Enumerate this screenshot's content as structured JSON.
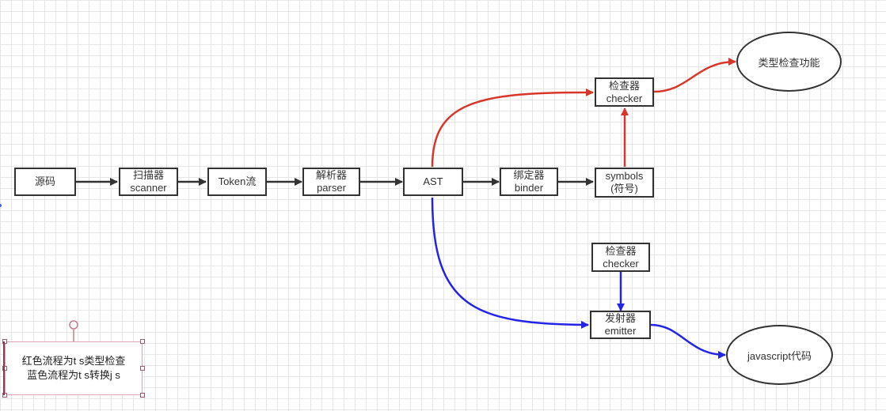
{
  "colors": {
    "stroke": "#333333",
    "red_flow": "#d9362b",
    "blue_flow": "#2424e8",
    "note_border": "#e0a6b3",
    "grid": "#e6e6e6"
  },
  "nodes": {
    "source": {
      "lines": [
        "源码"
      ]
    },
    "scanner": {
      "lines": [
        "扫描器",
        "scanner"
      ]
    },
    "token": {
      "lines": [
        "Token流"
      ]
    },
    "parser": {
      "lines": [
        "解析器",
        "parser"
      ]
    },
    "ast": {
      "lines": [
        "AST"
      ]
    },
    "binder": {
      "lines": [
        "绑定器",
        "binder"
      ]
    },
    "symbols": {
      "lines": [
        "symbols",
        "(符号)"
      ]
    },
    "checker_top": {
      "lines": [
        "检查器",
        "checker"
      ]
    },
    "checker_bottom": {
      "lines": [
        "检查器",
        "checker"
      ]
    },
    "emitter": {
      "lines": [
        "发射器",
        "emitter"
      ]
    }
  },
  "outputs": {
    "type_check": "类型检查功能",
    "javascript": "javascript代码"
  },
  "note": {
    "line1": "红色流程为t s类型检查",
    "line2": "蓝色流程为t s转换j s"
  }
}
